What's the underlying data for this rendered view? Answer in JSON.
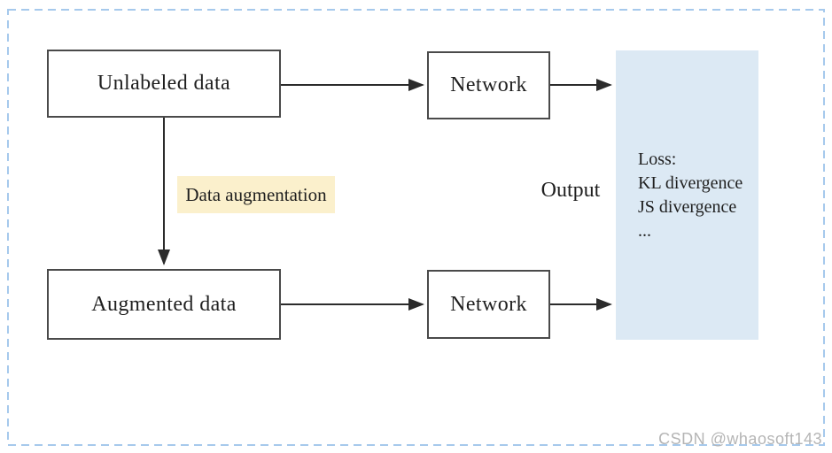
{
  "diagram": {
    "nodes": {
      "unlabeled": {
        "label": "Unlabeled data"
      },
      "network_top": {
        "label": "Network"
      },
      "augmented": {
        "label": "Augmented data"
      },
      "network_bottom": {
        "label": "Network"
      }
    },
    "labels": {
      "data_augmentation": "Data augmentation",
      "output": "Output"
    },
    "loss_panel": {
      "lines": [
        "Loss:",
        "KL divergence",
        "JS divergence",
        "..."
      ]
    },
    "colors": {
      "frame_dashed_border": "#a6c9ec",
      "loss_panel_bg": "#dce9f4",
      "augmentation_highlight_bg": "#fbf0cc",
      "box_border": "#4a4a4a",
      "arrow": "#2b2b2b",
      "watermark_text": "#b5b5b5"
    },
    "watermark": {
      "text": "CSDN @whaosoft143"
    }
  }
}
